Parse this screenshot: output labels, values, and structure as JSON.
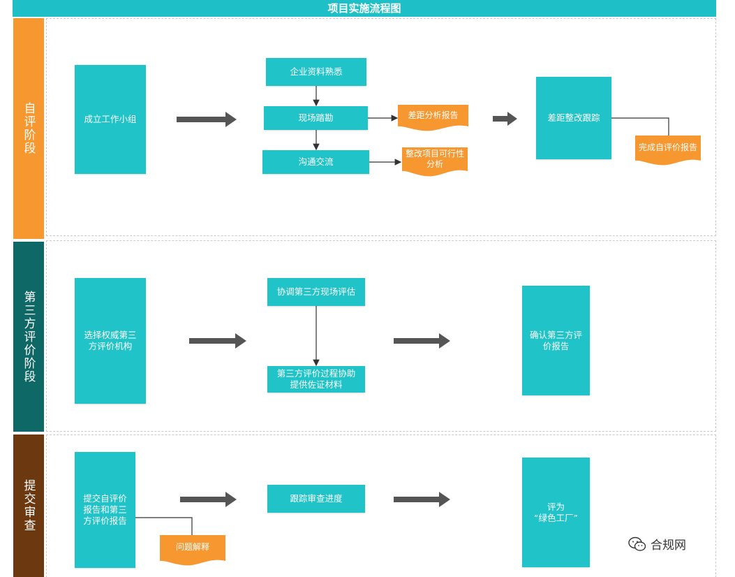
{
  "title": "项目实施流程图",
  "colors": {
    "title_bar": "#1ebfc6",
    "process_box": "#20c3c8",
    "document": "#f7972f",
    "lane_self": "#f7972f",
    "lane_third": "#0e6866",
    "lane_submit": "#6b3810",
    "arrow": "#555555"
  },
  "lanes": [
    {
      "label": "自评阶段"
    },
    {
      "label": "第三方评价阶段"
    },
    {
      "label": "提交审查"
    }
  ],
  "stage1": {
    "form_team": "成立工作小组",
    "familiarize": "企业资料熟悉",
    "site_survey": "现场踏勘",
    "communication": "沟通交流",
    "gap_report": "差距分析报告",
    "feasibility": "整改项目可行性\n分析",
    "gap_tracking": "差距整改跟踪",
    "self_report": "完成自评价报告"
  },
  "stage2": {
    "select_org": "选择权威第三\n方评价机构",
    "coordinate": "协调第三方现场评估",
    "assist": "第三方评价过程协助\n提供佐证材料",
    "confirm": "确认第三方评\n价报告"
  },
  "stage3": {
    "submit": "提交自评价\n报告和第三\n方评价报告",
    "issue": "问题解释",
    "track_review": "跟踪审查进度",
    "rated": "评为\n“绿色工厂”"
  },
  "watermark": "合规网"
}
